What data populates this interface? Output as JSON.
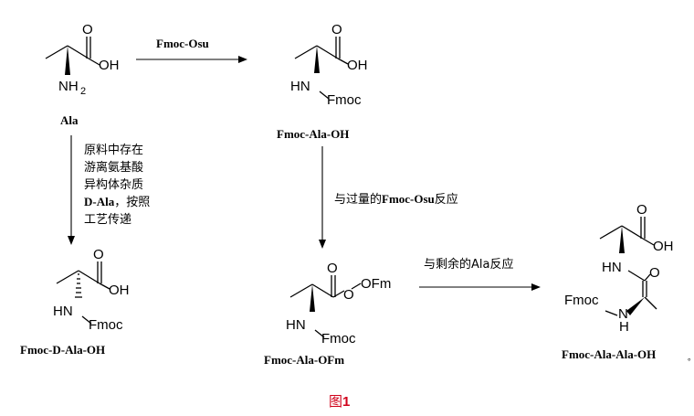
{
  "atoms": {
    "o": "O",
    "oh": "OH",
    "nh2_n": "NH",
    "nh2_sub": "2",
    "hn": "HN",
    "fmoc": "Fmoc",
    "ofm": "OFm",
    "n": "N",
    "h": "H"
  },
  "compounds": {
    "ala": "Ala",
    "fmoc_ala_oh": "Fmoc-Ala-OH",
    "fmoc_d_ala_oh": "Fmoc-D-Ala-OH",
    "fmoc_ala_ofm": "Fmoc-Ala-OFm",
    "fmoc_ala_ala_oh": "Fmoc-Ala-Ala-OH",
    "trailing_mark": "。"
  },
  "reagents": {
    "fmoc_osu": "Fmoc-Osu"
  },
  "notes": {
    "impurity_line1": "原料中存在",
    "impurity_line2": "游离氨基酸",
    "impurity_line3": "异构体杂质",
    "impurity_line4_bold": "D-Ala",
    "impurity_line4_rest": "，按照",
    "impurity_line5": "工艺传递",
    "excess_pre": "与过量的",
    "excess_bold": "Fmoc-Osu",
    "excess_post": "反应",
    "remaining": "与剩余的Ala反应"
  },
  "figure": {
    "label_prefix": "图",
    "label_number": "1"
  }
}
